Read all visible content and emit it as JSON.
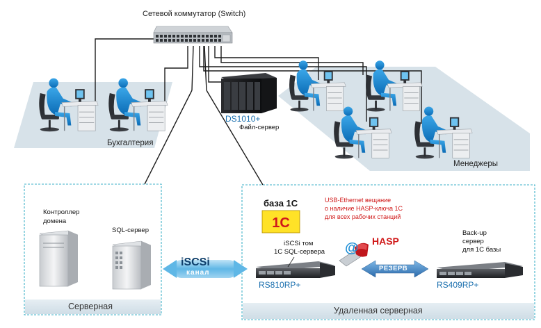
{
  "switch": {
    "title": "Сетевой коммутатор  (Switch)"
  },
  "offices": {
    "accounting": "Бухгалтерия",
    "managers": "Менеджеры"
  },
  "file_server": {
    "model": "DS1010+",
    "caption": "Файл-сервер"
  },
  "server_room": {
    "title": "Серверная",
    "domain_controller": [
      "Контроллер",
      "домена"
    ],
    "sql_server": "SQL-сервер"
  },
  "iscsi": {
    "line1": "iSCSi",
    "line2": "канал"
  },
  "remote_room": {
    "title": "Удаленная серверная",
    "base_1c": "база 1С",
    "usb_note": [
      "USB-Ethernet вещание",
      "о наличие HASP-ключа 1С",
      "для всех рабочих станций"
    ],
    "hasp": "HASP",
    "iscsi_volume": [
      "iSCSi том",
      "1С SQL-сервера"
    ],
    "primary_model": "RS810RP+",
    "backup_label": [
      "Back-up",
      "сервер",
      "для 1С базы"
    ],
    "backup_model": "RS409RP+",
    "reserve": "РЕЗЕРВ"
  },
  "logo_1c": "1С",
  "colors": {
    "accent_blue": "#1a6fae",
    "person_blue": "#1f8fd6",
    "room_bg": "#d6e3ea",
    "red": "#d01818"
  }
}
